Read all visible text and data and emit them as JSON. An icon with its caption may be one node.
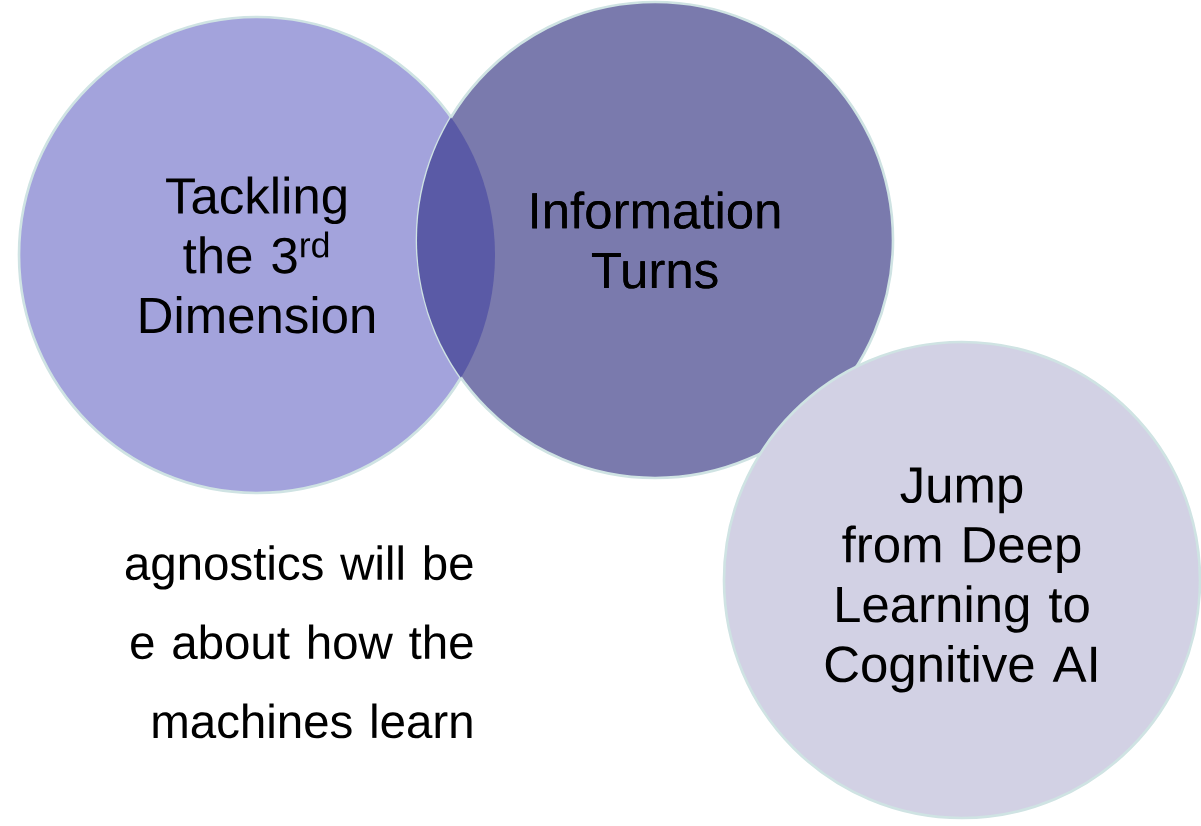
{
  "diagram": {
    "nodes": [
      {
        "text": [
          "Tackling the 3$^{rd}$ Dimension"
        ]
      },
      {
        "text": [
          "Information Turns"
        ]
      },
      {
        "text": [
          "Jump from Deep Learning to Cognitive AI"
        ]
      }
    ],
    "labels": [
      "agnostics will be e about how the machines learn"
    ]
  }
}
